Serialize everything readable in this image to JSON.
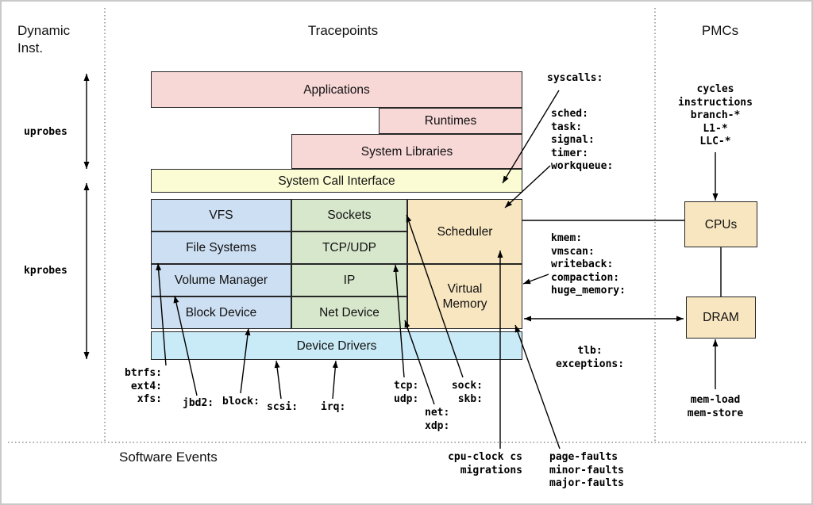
{
  "titles": {
    "dynamic_inst": "Dynamic\nInst.",
    "tracepoints": "Tracepoints",
    "pmcs": "PMCs",
    "software_events": "Software Events"
  },
  "probes": {
    "uprobes": "uprobes",
    "kprobes": "kprobes"
  },
  "stack": {
    "applications": "Applications",
    "runtimes": "Runtimes",
    "system_libraries": "System Libraries",
    "system_call_interface": "System Call Interface",
    "vfs": "VFS",
    "file_systems": "File Systems",
    "volume_manager": "Volume Manager",
    "block_device": "Block Device",
    "sockets": "Sockets",
    "tcp_udp": "TCP/UDP",
    "ip": "IP",
    "net_device": "Net Device",
    "scheduler": "Scheduler",
    "virtual_memory": "Virtual\nMemory",
    "device_drivers": "Device Drivers"
  },
  "tracepoint_labels": {
    "syscalls": "syscalls:",
    "sched_group": "sched:\ntask:\nsignal:\ntimer:\nworkqueue:",
    "mem_group": "kmem:\nvmscan:\nwriteback:\ncompaction:\nhuge_memory:",
    "tlb_group": "tlb:\nexceptions:",
    "fs_group": "btrfs:\next4:\nxfs:",
    "jbd2": "jbd2:",
    "block": "block:",
    "scsi": "scsi:",
    "irq": "irq:",
    "tcp_udp_group": "tcp:\nudp:",
    "net_group": "net:\nxdp:",
    "sock_group": "sock:\nskb:"
  },
  "pmcs_panel": {
    "counters": "cycles\ninstructions\nbranch-*\nL1-*\nLLC-*",
    "cpus": "CPUs",
    "dram": "DRAM",
    "mem_events": "mem-load\nmem-store"
  },
  "software_events": {
    "cpu_group": "cpu-clock cs\nmigrations",
    "fault_group": "page-faults\nminor-faults\nmajor-faults"
  },
  "colors": {
    "user_space_pink": "#f8d7d7",
    "syscall_yellow": "#fbfcd4",
    "storage_blue": "#cddff2",
    "network_green": "#d7e7cc",
    "kernel_tan": "#f8e6c0",
    "drivers_cyan": "#c9eaf7"
  }
}
